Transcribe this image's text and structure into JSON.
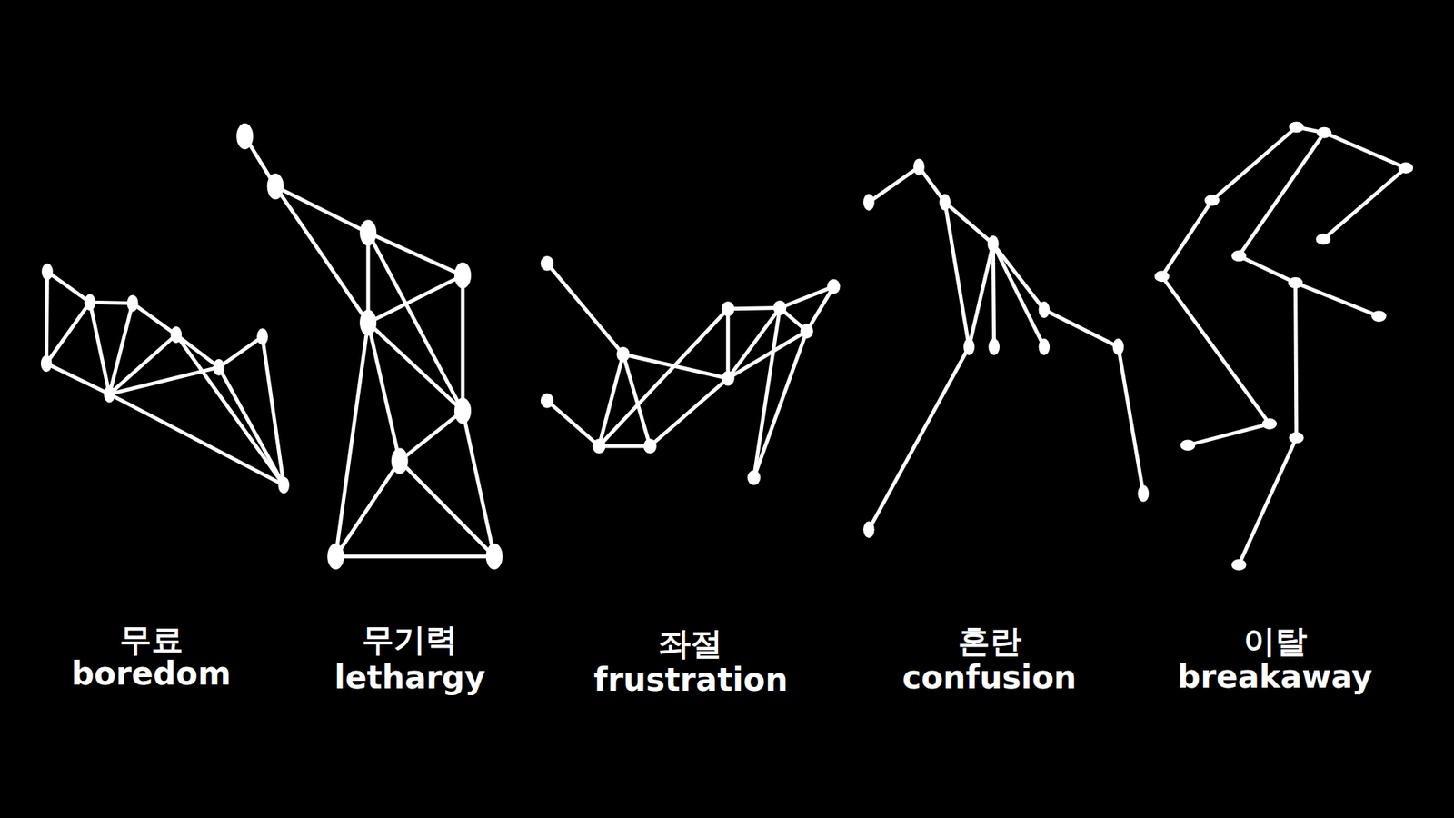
{
  "diagram": {
    "labels": [
      "무료",
      "boredom",
      "무기력",
      "lethargy",
      "좌절",
      "frustration",
      "혼란",
      "confusion",
      "이탈",
      "breakaway"
    ]
  }
}
